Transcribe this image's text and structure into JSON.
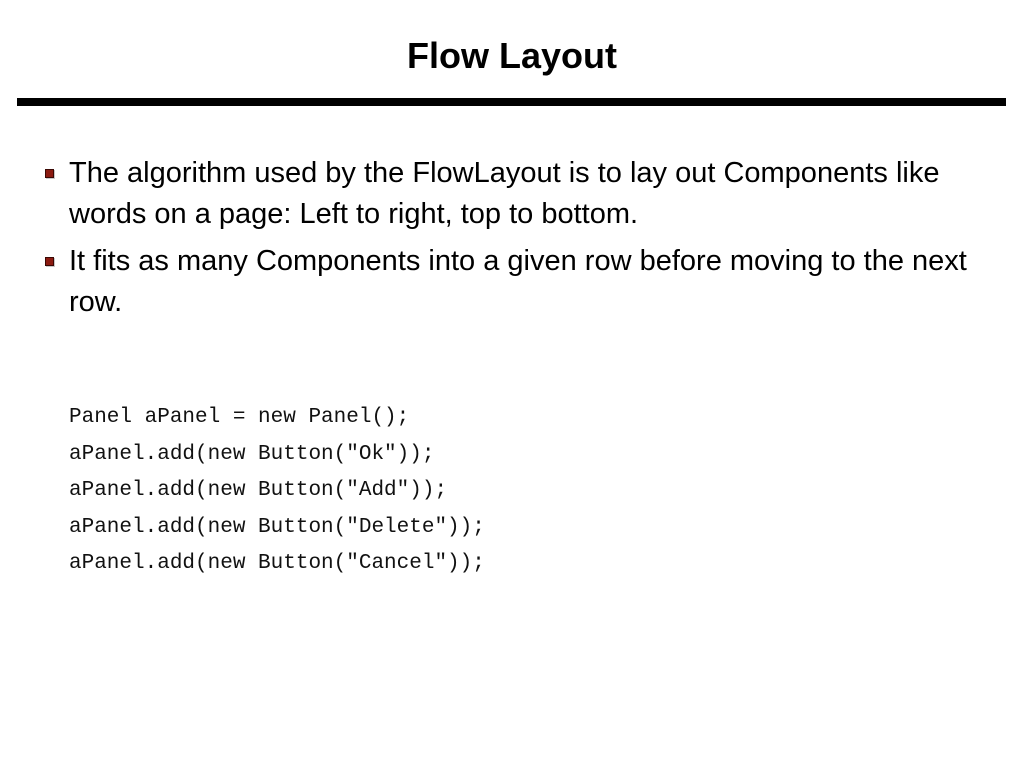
{
  "slide": {
    "title": "Flow Layout",
    "bullets": [
      "The algorithm used by the FlowLayout is to lay out Components like words on a page: Left to right, top to bottom.",
      "It fits as many Components into a given row before moving to the next row."
    ],
    "code_lines": [
      "Panel aPanel = new Panel();",
      "aPanel.add(new Button(\"Ok\"));",
      "aPanel.add(new Button(\"Add\"));",
      "aPanel.add(new Button(\"Delete\"));",
      "aPanel.add(new Button(\"Cancel\"));"
    ]
  },
  "colors": {
    "bullet_marker": "#8b1a10",
    "rule": "#000000",
    "background": "#ffffff"
  }
}
